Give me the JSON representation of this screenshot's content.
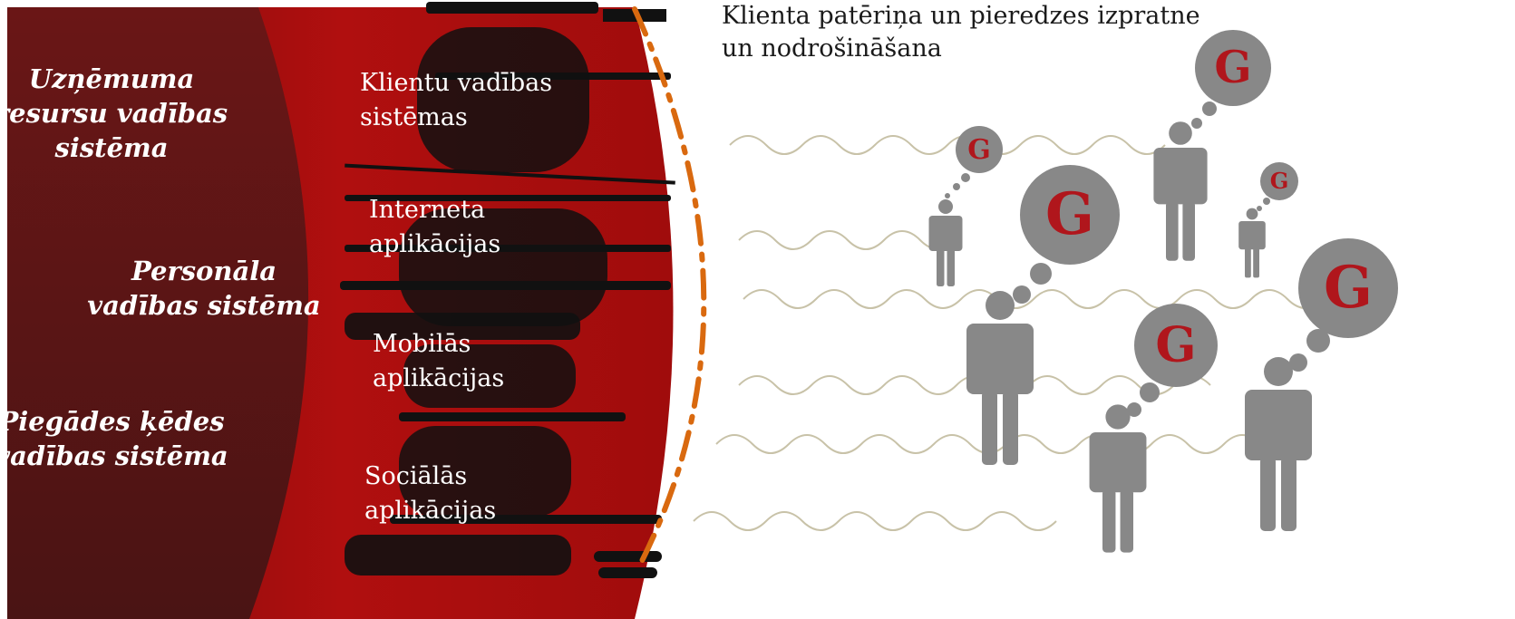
{
  "inner_labels": [
    "Uzņēmuma resursu vadības sistēma",
    "Personāla vadības sistēma",
    "Piegādes ķēdes vadības sistēma"
  ],
  "middle_labels": [
    "Klientu vadības sistēmas",
    "Interneta aplikācijas",
    "Mobilās aplikācijas",
    "Sociālās aplikācijas"
  ],
  "customer_title": "Klienta patēriņa un pieredzes izpratne un nodrošināšana",
  "bubble_letter": "G",
  "colors": {
    "inner_fill": "#5e1616",
    "outer_fill": "#a30d0d",
    "dash_arc": "#d9690f",
    "person": "#888888",
    "wave": "#c8c2a8",
    "bubble_letter": "#b0161c"
  }
}
